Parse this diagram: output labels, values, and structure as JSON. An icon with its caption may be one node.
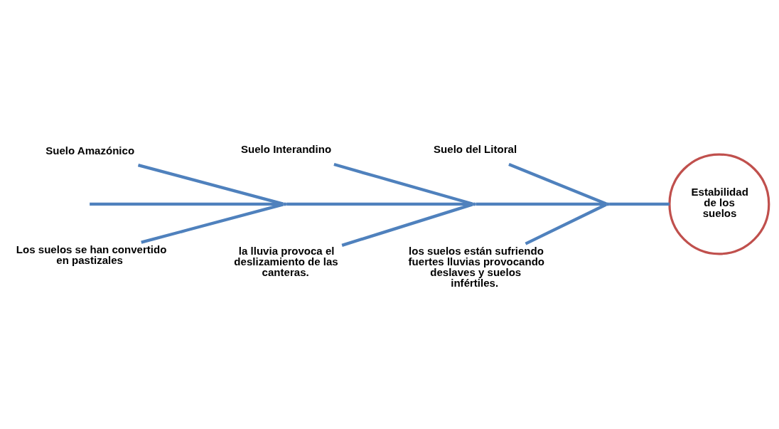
{
  "diagram": {
    "nodes": [
      {
        "text": [
          "Suelo Amazónico"
        ]
      },
      {
        "text": [
          "Suelo Interandino"
        ]
      },
      {
        "text": [
          "Suelo del Litoral"
        ]
      },
      {
        "text": [
          "Estabilidad de los suelos"
        ]
      },
      {
        "text": [
          "Los suelos se han convertido en pastizales"
        ]
      },
      {
        "text": [
          "la lluvia provoca el deslizamiento de las canteras."
        ]
      },
      {
        "text": [
          "los suelos están sufriendo fuertes lluvias provocando deslaves y suelos infértiles."
        ]
      },
      {
        "text": [],
        "shape": "point"
      },
      {
        "text": [],
        "shape": "point"
      },
      {
        "text": [],
        "shape": "point"
      }
    ],
    "edges": [
      {
        "from": null,
        "to": 7,
        "arrow": "none"
      },
      {
        "from": 7,
        "to": 8,
        "arrow": "none"
      },
      {
        "from": 8,
        "to": 9,
        "arrow": "none"
      },
      {
        "from": 9,
        "to": 3,
        "arrow": "none"
      },
      {
        "from": 0,
        "to": 7,
        "arrow": "none"
      },
      {
        "from": 4,
        "to": 7,
        "arrow": "none"
      },
      {
        "from": 1,
        "to": 8,
        "arrow": "none"
      },
      {
        "from": 5,
        "to": 8,
        "arrow": "none"
      },
      {
        "from": 2,
        "to": 9,
        "arrow": "none"
      },
      {
        "from": 6,
        "to": 9,
        "arrow": "none"
      }
    ]
  }
}
